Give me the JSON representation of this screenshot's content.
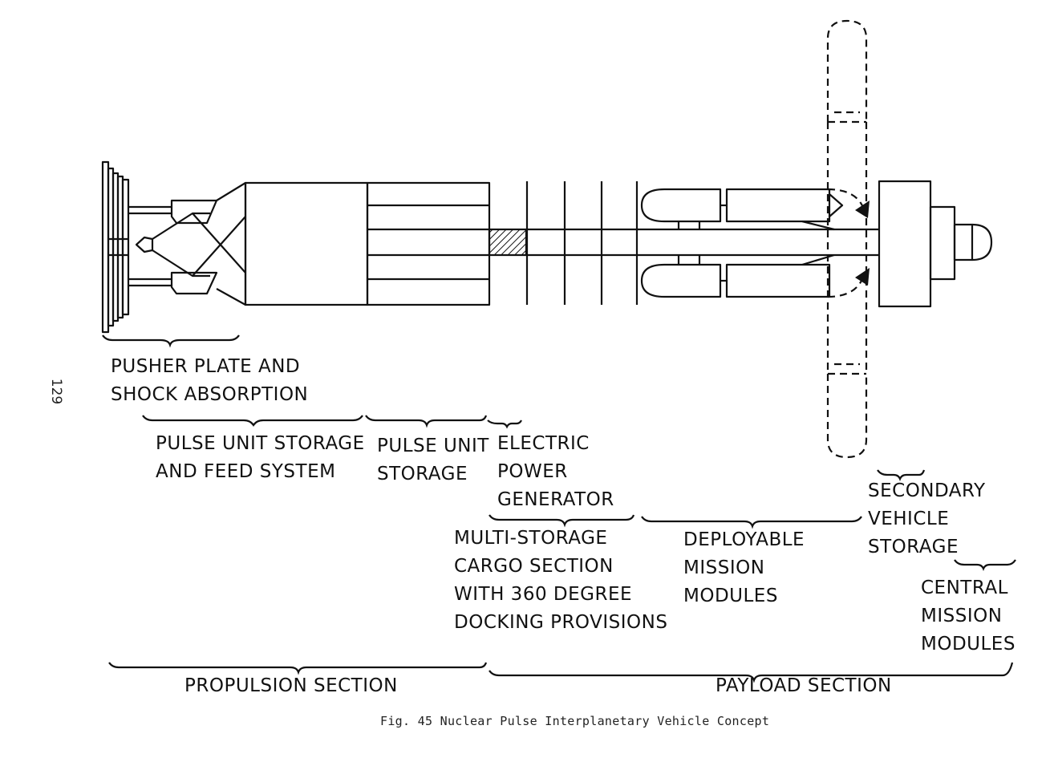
{
  "page_number": "129",
  "caption": "Fig. 45  Nuclear Pulse Interplanetary Vehicle Concept",
  "labels": {
    "pusher_plate": [
      "PUSHER PLATE AND",
      "SHOCK ABSORPTION"
    ],
    "pulse_feed": [
      "PULSE UNIT STORAGE",
      "AND FEED SYSTEM"
    ],
    "pulse_storage": [
      "PULSE UNIT",
      "STORAGE"
    ],
    "electric_power": [
      "ELECTRIC",
      "POWER",
      "GENERATOR"
    ],
    "cargo": [
      "MULTI-STORAGE",
      "CARGO SECTION",
      "WITH 360 DEGREE",
      "DOCKING PROVISIONS"
    ],
    "deployable": [
      "DEPLOYABLE",
      "MISSION",
      "MODULES"
    ],
    "secondary": [
      "SECONDARY",
      "VEHICLE",
      "STORAGE"
    ],
    "central": [
      "CENTRAL",
      "MISSION",
      "MODULES"
    ],
    "propulsion": "PROPULSION SECTION",
    "payload": "PAYLOAD SECTION"
  }
}
